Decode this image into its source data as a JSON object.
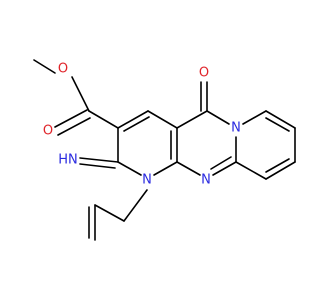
{
  "diagram": {
    "type": "chemical-structure",
    "colors": {
      "bond": "#000000",
      "oxygen": "#e0242a",
      "nitrogen": "#2a2ae0",
      "background": "#ffffff"
    },
    "labels": {
      "ester_methoxy_oxygen": "O",
      "ester_carbonyl_oxygen": "O",
      "ring_carbonyl_oxygen": "O",
      "ring_fusion_nitrogen": "N",
      "pyrimidine_nitrogen": "N",
      "ring_nitrogen_n1": "N",
      "imine": "HN"
    }
  }
}
